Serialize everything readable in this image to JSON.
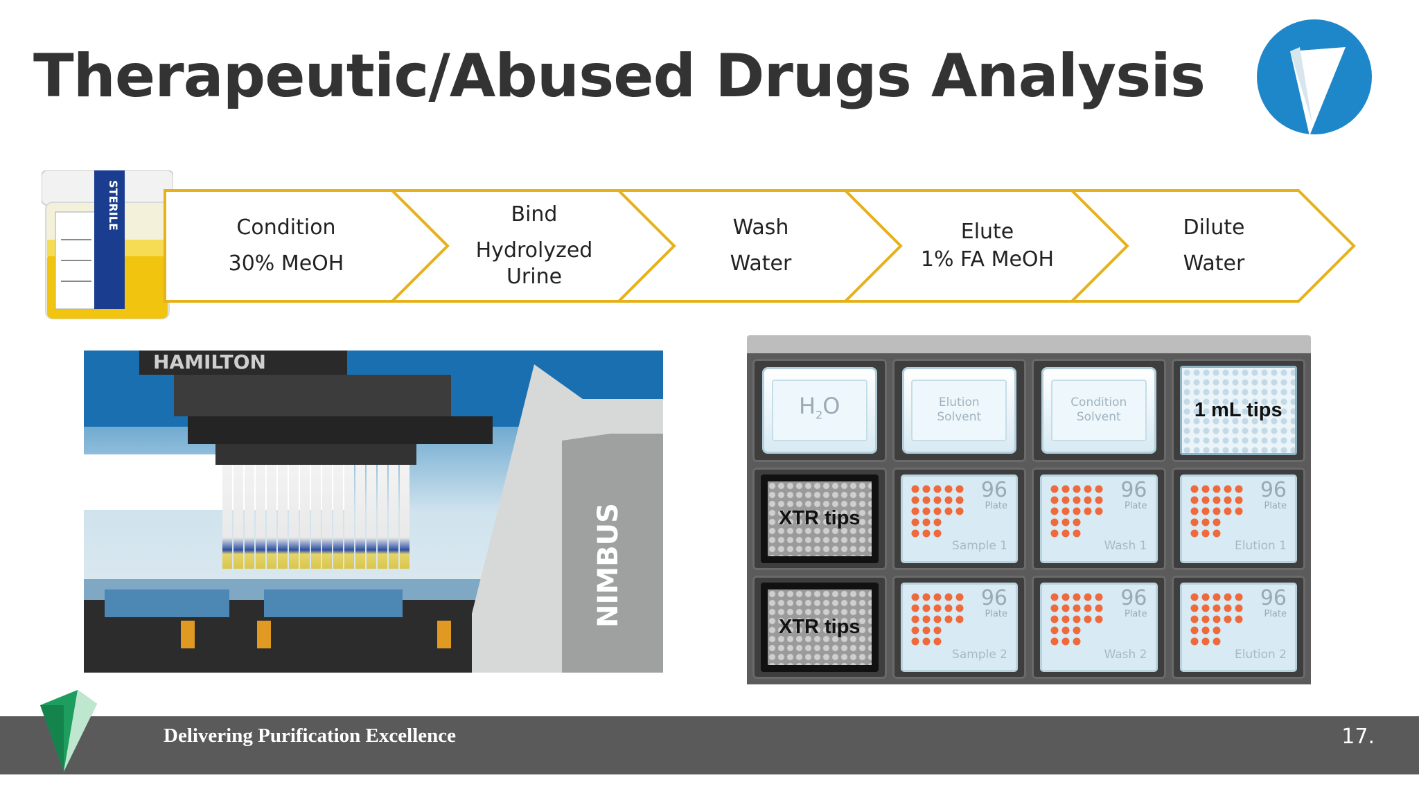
{
  "title": "Therapeutic/Abused Drugs Analysis",
  "cup": {
    "label": "STERILE"
  },
  "process_steps": [
    {
      "lines": [
        "Condition",
        "30% MeOH"
      ]
    },
    {
      "lines": [
        "Bind",
        "Hydrolyzed",
        "Urine"
      ]
    },
    {
      "lines": [
        "Wash",
        "Water"
      ]
    },
    {
      "lines": [
        "Elute",
        "1% FA  MeOH"
      ]
    },
    {
      "lines": [
        "Dilute",
        "Water"
      ]
    }
  ],
  "photo": {
    "brand": "HAMILTON",
    "model": "NIMBUS"
  },
  "deck": {
    "row1": {
      "h2o": {
        "main": "H",
        "sub": "2",
        "tail": "O"
      },
      "elution": [
        "Elution",
        "Solvent"
      ],
      "condition": [
        "Condition",
        "Solvent"
      ],
      "tips_1ml": "1 mL tips"
    },
    "row2": {
      "xtr": "XTR tips",
      "plates": [
        {
          "num": "96",
          "unit": "Plate",
          "label": "Sample 1"
        },
        {
          "num": "96",
          "unit": "Plate",
          "label": "Wash 1"
        },
        {
          "num": "96",
          "unit": "Plate",
          "label": "Elution 1"
        }
      ]
    },
    "row3": {
      "xtr": "XTR tips",
      "plates": [
        {
          "num": "96",
          "unit": "Plate",
          "label": "Sample 2"
        },
        {
          "num": "96",
          "unit": "Plate",
          "label": "Wash 2"
        },
        {
          "num": "96",
          "unit": "Plate",
          "label": "Elution 2"
        }
      ]
    }
  },
  "footer": {
    "tagline": "Delivering Purification Excellence",
    "page_number": "17."
  },
  "colors": {
    "chevron_outline": "#e5b21b",
    "logo_blue": "#1d87c9",
    "logo_green": "#1e9e5e",
    "footer_bg": "#5a5a5a",
    "well_orange": "#ee6a3c",
    "title_text": "#333333"
  }
}
